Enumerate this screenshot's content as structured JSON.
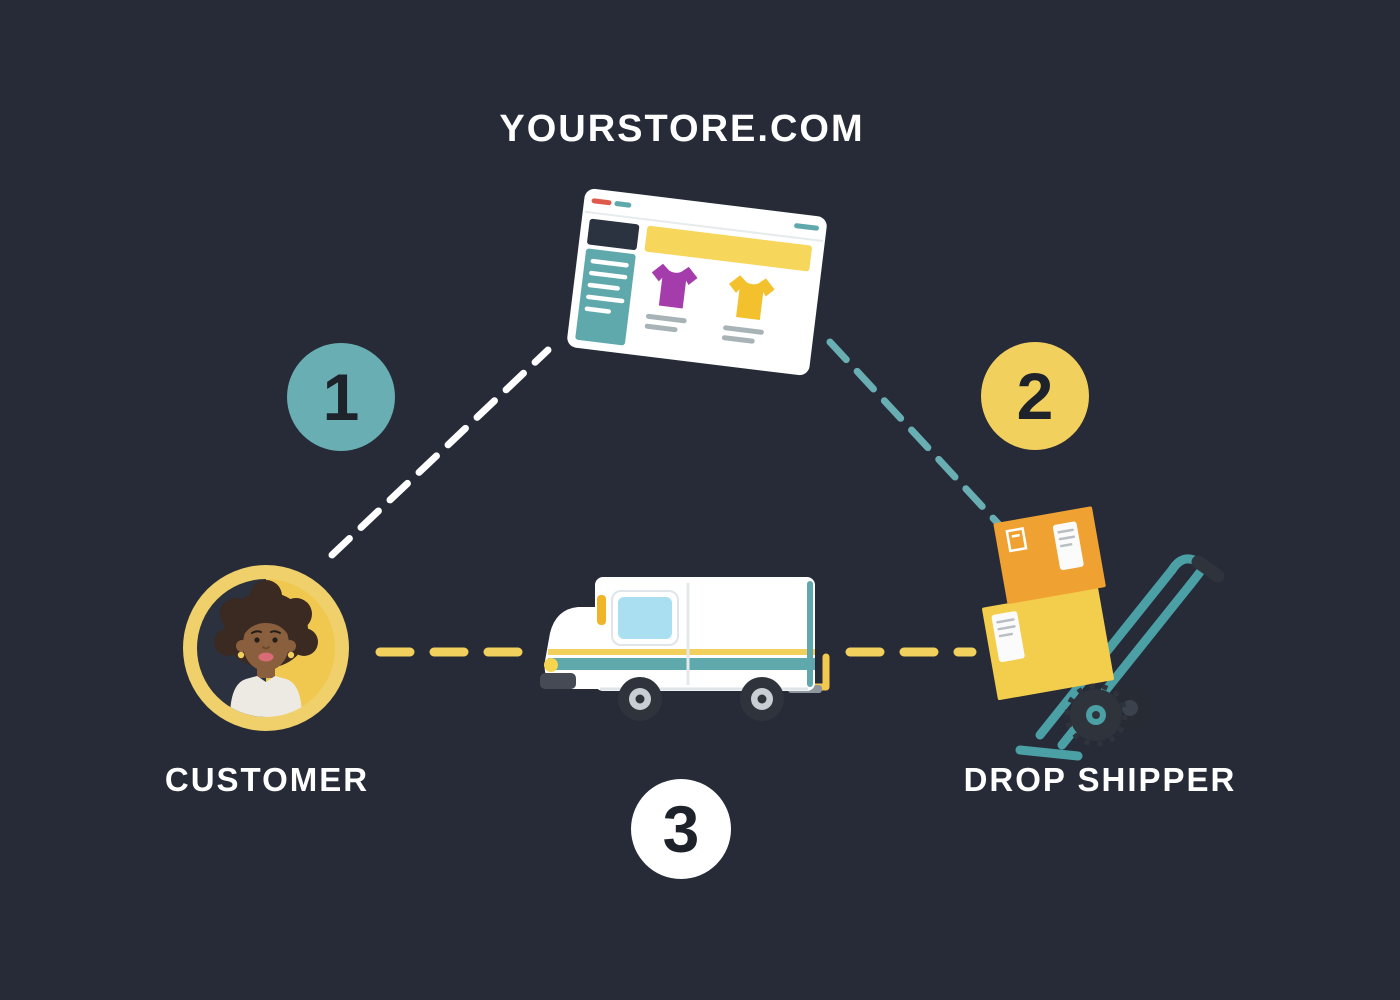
{
  "diagram": {
    "type": "dropshipping-flow"
  },
  "nodes": {
    "store": {
      "label": "YOURSTORE.COM",
      "illustration": "browser-storefront-window"
    },
    "customer": {
      "label": "CUSTOMER",
      "illustration": "woman-avatar"
    },
    "drop_shipper": {
      "label": "DROP SHIPPER",
      "illustration": "hand-truck-with-boxes"
    },
    "delivery": {
      "illustration": "delivery-truck"
    }
  },
  "steps": [
    {
      "number": "1",
      "badge_color": "#68aeb3",
      "number_color": "#1e222b"
    },
    {
      "number": "2",
      "badge_color": "#f2d05e",
      "number_color": "#1e222b"
    },
    {
      "number": "3",
      "badge_color": "#ffffff",
      "number_color": "#1e222b"
    }
  ],
  "connections": {
    "customer_store": {
      "color": "#ffffff",
      "style": "dashed"
    },
    "store_drop_shipper": {
      "color": "#68aeb3",
      "style": "dashed"
    },
    "customer_delivery": {
      "color": "#f2d05e",
      "style": "dashed"
    },
    "delivery_drop_shipper": {
      "color": "#f2d05e",
      "style": "dashed"
    }
  },
  "colors": {
    "background": "#262b37",
    "teal": "#68aeb3",
    "yellow": "#f2d05e",
    "white": "#ffffff",
    "label_text": "#ffffff"
  }
}
